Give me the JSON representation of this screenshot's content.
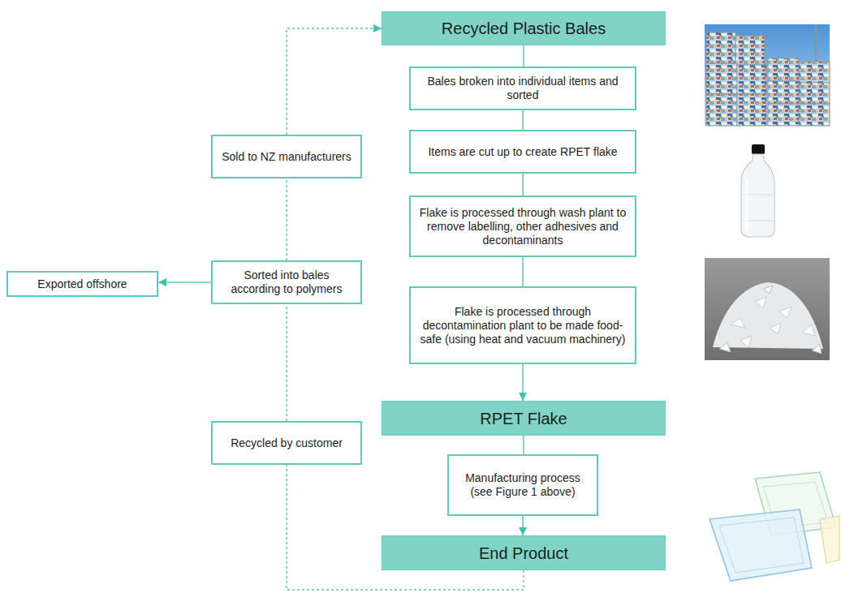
{
  "diagram": {
    "nodes": [
      {
        "text": [
          "Recycled Plastic Bales"
        ]
      },
      {
        "text": [
          "Bales broken into individual items and sorted"
        ]
      },
      {
        "text": [
          "Items are cut up to create RPET flake"
        ]
      },
      {
        "text": [
          "Flake is processed through wash plant to remove labelling, other adhesives and decontaminants"
        ]
      },
      {
        "text": [
          "Flake is processed through decontamination plant to be made food-safe (using heat and vacuum machinery)"
        ]
      },
      {
        "text": [
          "RPET Flake"
        ]
      },
      {
        "text": [
          "Manufacturing process (see Figure 1 above)"
        ]
      },
      {
        "text": [
          "End Product"
        ]
      },
      {
        "text": [
          "Sold to NZ manufacturers"
        ]
      },
      {
        "text": [
          "Sorted into bales according to polymers"
        ]
      },
      {
        "text": [
          "Exported offshore"
        ]
      },
      {
        "text": [
          "Recycled by customer"
        ]
      }
    ],
    "edges": [
      {
        "from": 0,
        "to": 1,
        "arrow": "none"
      },
      {
        "from": 1,
        "to": 2,
        "arrow": "none"
      },
      {
        "from": 2,
        "to": 3,
        "arrow": "none"
      },
      {
        "from": 3,
        "to": 4,
        "arrow": "none"
      },
      {
        "from": 4,
        "to": 5,
        "arrow": "to"
      },
      {
        "from": 5,
        "to": 6,
        "arrow": "none"
      },
      {
        "from": 6,
        "to": 7,
        "arrow": "to"
      },
      {
        "from": 7,
        "to": 11,
        "arrow": "none"
      },
      {
        "from": 11,
        "to": 9,
        "arrow": "none"
      },
      {
        "from": 9,
        "to": 8,
        "arrow": "none"
      },
      {
        "from": 8,
        "to": 0,
        "arrow": "to"
      },
      {
        "from": 9,
        "to": 10,
        "arrow": "to"
      }
    ]
  }
}
